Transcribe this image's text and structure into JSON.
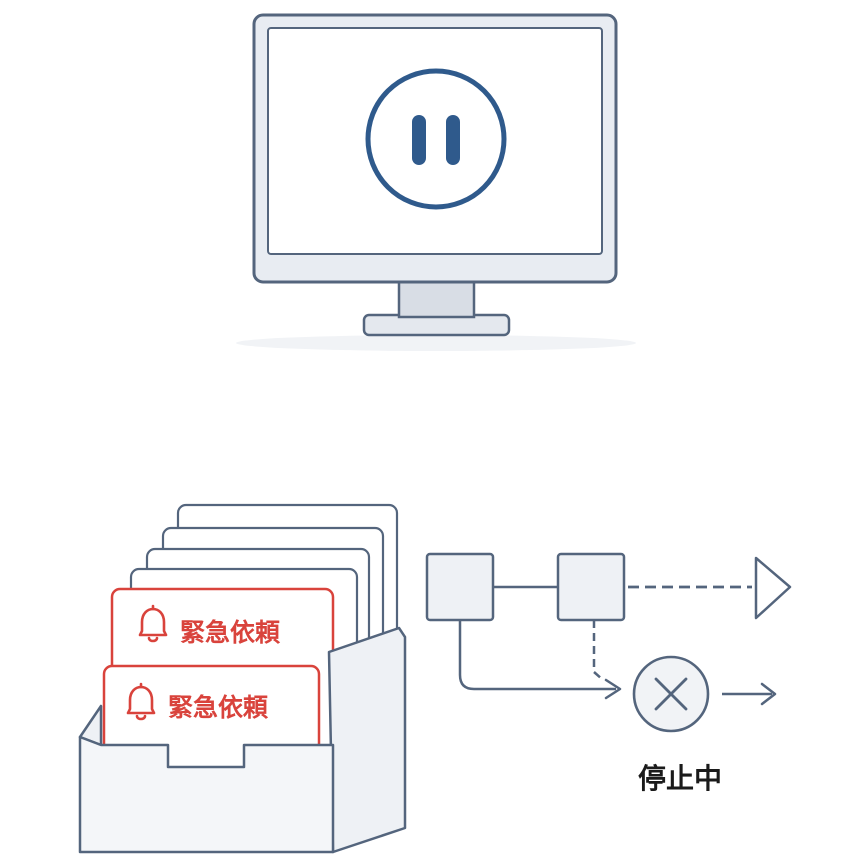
{
  "monitor": {
    "icon": "pause-icon",
    "accent": "#2f5a8c"
  },
  "tray": {
    "cards": [
      {
        "label": "緊急依頼",
        "icon": "bell-icon"
      },
      {
        "label": "緊急依頼",
        "icon": "bell-icon"
      }
    ],
    "urgent_color": "#d9433c"
  },
  "flow": {
    "stop_icon": "close-icon",
    "status_label": "停止中"
  },
  "colors": {
    "line": "#54657d",
    "frame_fill": "#e8ecf2",
    "node_fill": "#eef1f5"
  }
}
